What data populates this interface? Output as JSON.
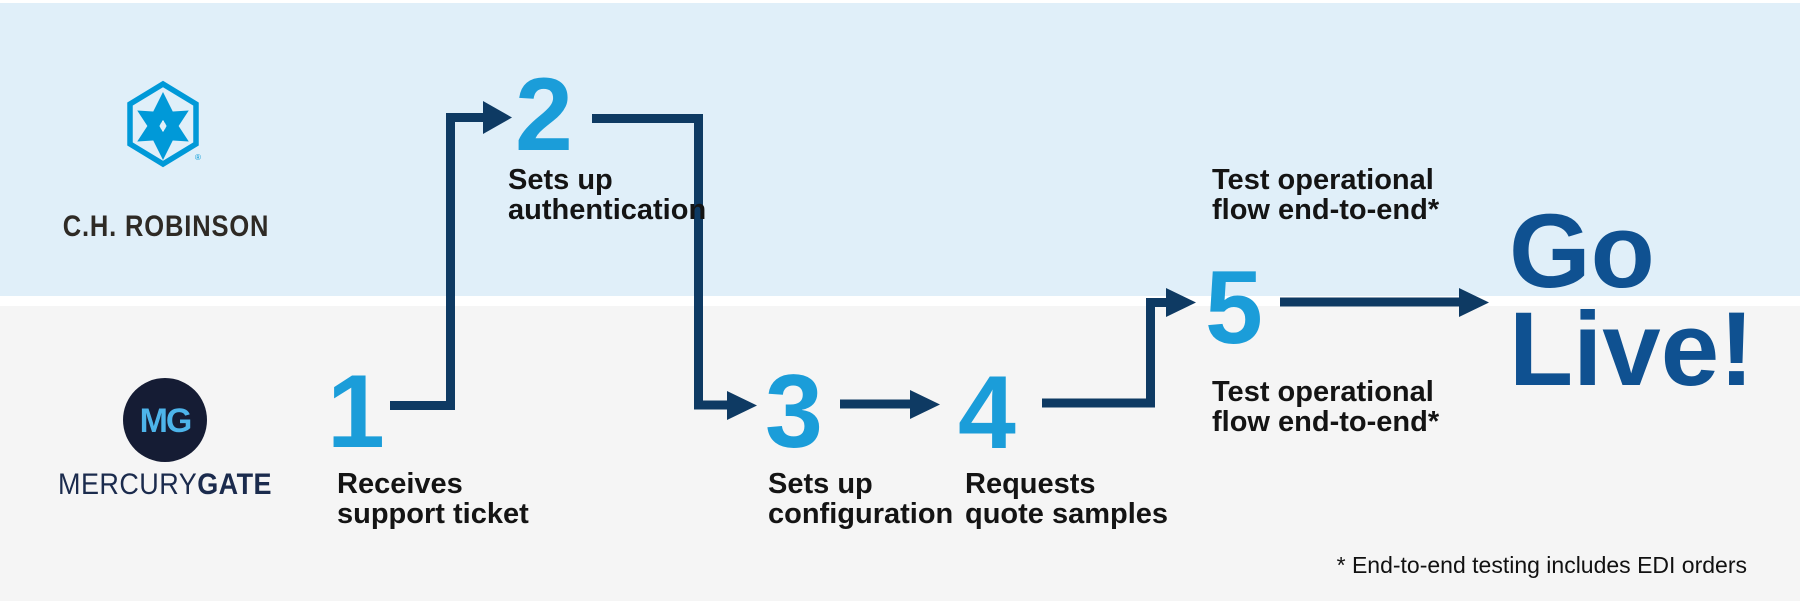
{
  "colors": {
    "band_top": "#e0eff9",
    "band_bottom": "#f5f5f5",
    "divider": "#ffffff",
    "step_number_blue": "#1b9dd9",
    "arrow_navy": "#0e3a63",
    "go_live_blue": "#0f5191",
    "label_text": "#141414",
    "chr_logo_blue": "#0099d8",
    "chr_wordmark": "#2e2a25",
    "mg_circle_navy": "#151c34",
    "mg_monogram_blue": "#4db4ea",
    "mg_wordmark_navy": "#1b2b4d"
  },
  "lanes": {
    "top_brand_wordmark": "C.H. ROBINSON",
    "bottom_brand_wordmark_regular": "MERCURY",
    "bottom_brand_wordmark_bold": "GATE",
    "bottom_brand_monogram": "MG",
    "top_logo_icon": "chr-hexagon-arrows-icon",
    "bottom_logo_icon": "mg-circle-monogram-icon",
    "registered_mark": "®"
  },
  "steps": [
    {
      "number": "1",
      "label": [
        "Receives",
        "support ticket"
      ]
    },
    {
      "number": "2",
      "label": [
        "Sets up",
        "authentication"
      ]
    },
    {
      "number": "3",
      "label": [
        "Sets up",
        "configuration"
      ]
    },
    {
      "number": "4",
      "label": [
        "Requests",
        "quote samples"
      ]
    },
    {
      "number": "5",
      "label_above": [
        "Test operational",
        "flow end-to-end*"
      ],
      "label_below": [
        "Test operational",
        "flow end-to-end*"
      ]
    }
  ],
  "go_live": {
    "line1": "Go",
    "line2": "Live!"
  },
  "footnote": "* End-to-end testing includes EDI orders"
}
